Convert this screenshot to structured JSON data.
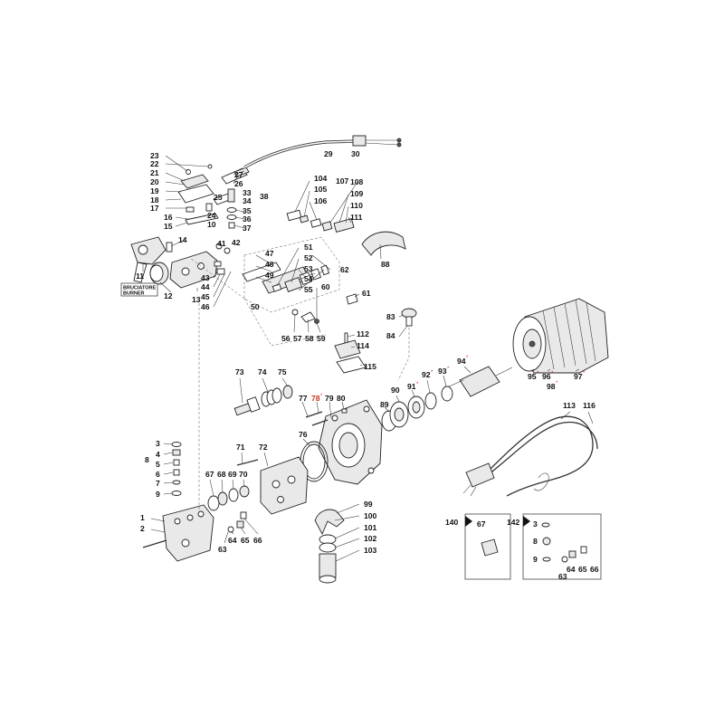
{
  "labels": {
    "n1": "1",
    "n2": "2",
    "n3": "3",
    "n4": "4",
    "n5": "5",
    "n6": "6",
    "n7": "7",
    "n8": "8",
    "n9": "9",
    "n10": "10",
    "n11": "11",
    "n12": "12",
    "n13": "13",
    "n14": "14",
    "n15": "15",
    "n16": "16",
    "n17": "17",
    "n18": "18",
    "n19": "19",
    "n20": "20",
    "n21": "21",
    "n22": "22",
    "n23": "23",
    "n24": "24",
    "n25": "25",
    "n26": "26",
    "n27": "27",
    "n29": "29",
    "n30": "30",
    "n33": "33",
    "n34": "34",
    "n35": "35",
    "n36": "36",
    "n37": "37",
    "n38": "38",
    "n41": "41",
    "n42": "42",
    "n43": "43",
    "n44": "44",
    "n45": "45",
    "n46": "46",
    "n47": "47",
    "n48": "48",
    "n49": "49",
    "n50": "50",
    "n51": "51",
    "n52": "52",
    "n53": "53",
    "n54": "54",
    "n55": "55",
    "n56": "56",
    "n57": "57",
    "n58": "58",
    "n59": "59",
    "n60": "60",
    "n61": "61",
    "n62": "62",
    "n63": "63",
    "n64": "64",
    "n65": "65",
    "n66": "66",
    "n67": "67",
    "n68": "68",
    "n69": "69",
    "n70": "70",
    "n71": "71",
    "n72": "72",
    "n73": "73",
    "n74": "74",
    "n75": "75",
    "n76": "76",
    "n77": "77",
    "n78": "78",
    "n79": "79",
    "n80": "80",
    "n83": "83",
    "n84": "84",
    "n88": "88",
    "n89": "89",
    "n90": "90",
    "n91": "91",
    "n92": "92",
    "n93": "93",
    "n94": "94",
    "n95": "95",
    "n96": "96",
    "n97": "97",
    "n98": "98",
    "n99": "99",
    "n100": "100",
    "n101": "101",
    "n102": "102",
    "n103": "103",
    "n104": "104",
    "n105": "105",
    "n106": "106",
    "n107": "107",
    "n108": "108",
    "n109": "109",
    "n110": "110",
    "n111": "111",
    "n112": "112",
    "n113": "113",
    "n114": "114",
    "n115": "115",
    "n116": "116",
    "b140": "140",
    "b142": "142",
    "i67": "67",
    "i3": "3",
    "i8": "8",
    "i9": "9",
    "i63": "63",
    "i64": "64",
    "i65": "65",
    "i66": "66"
  },
  "burner_label": {
    "line1": "BRUCIATORE",
    "line2": "BURNER"
  },
  "asterisk": "*",
  "colors": {
    "ink": "#111111",
    "accent": "#c8341e",
    "part_fill": "#e9e9e9"
  }
}
